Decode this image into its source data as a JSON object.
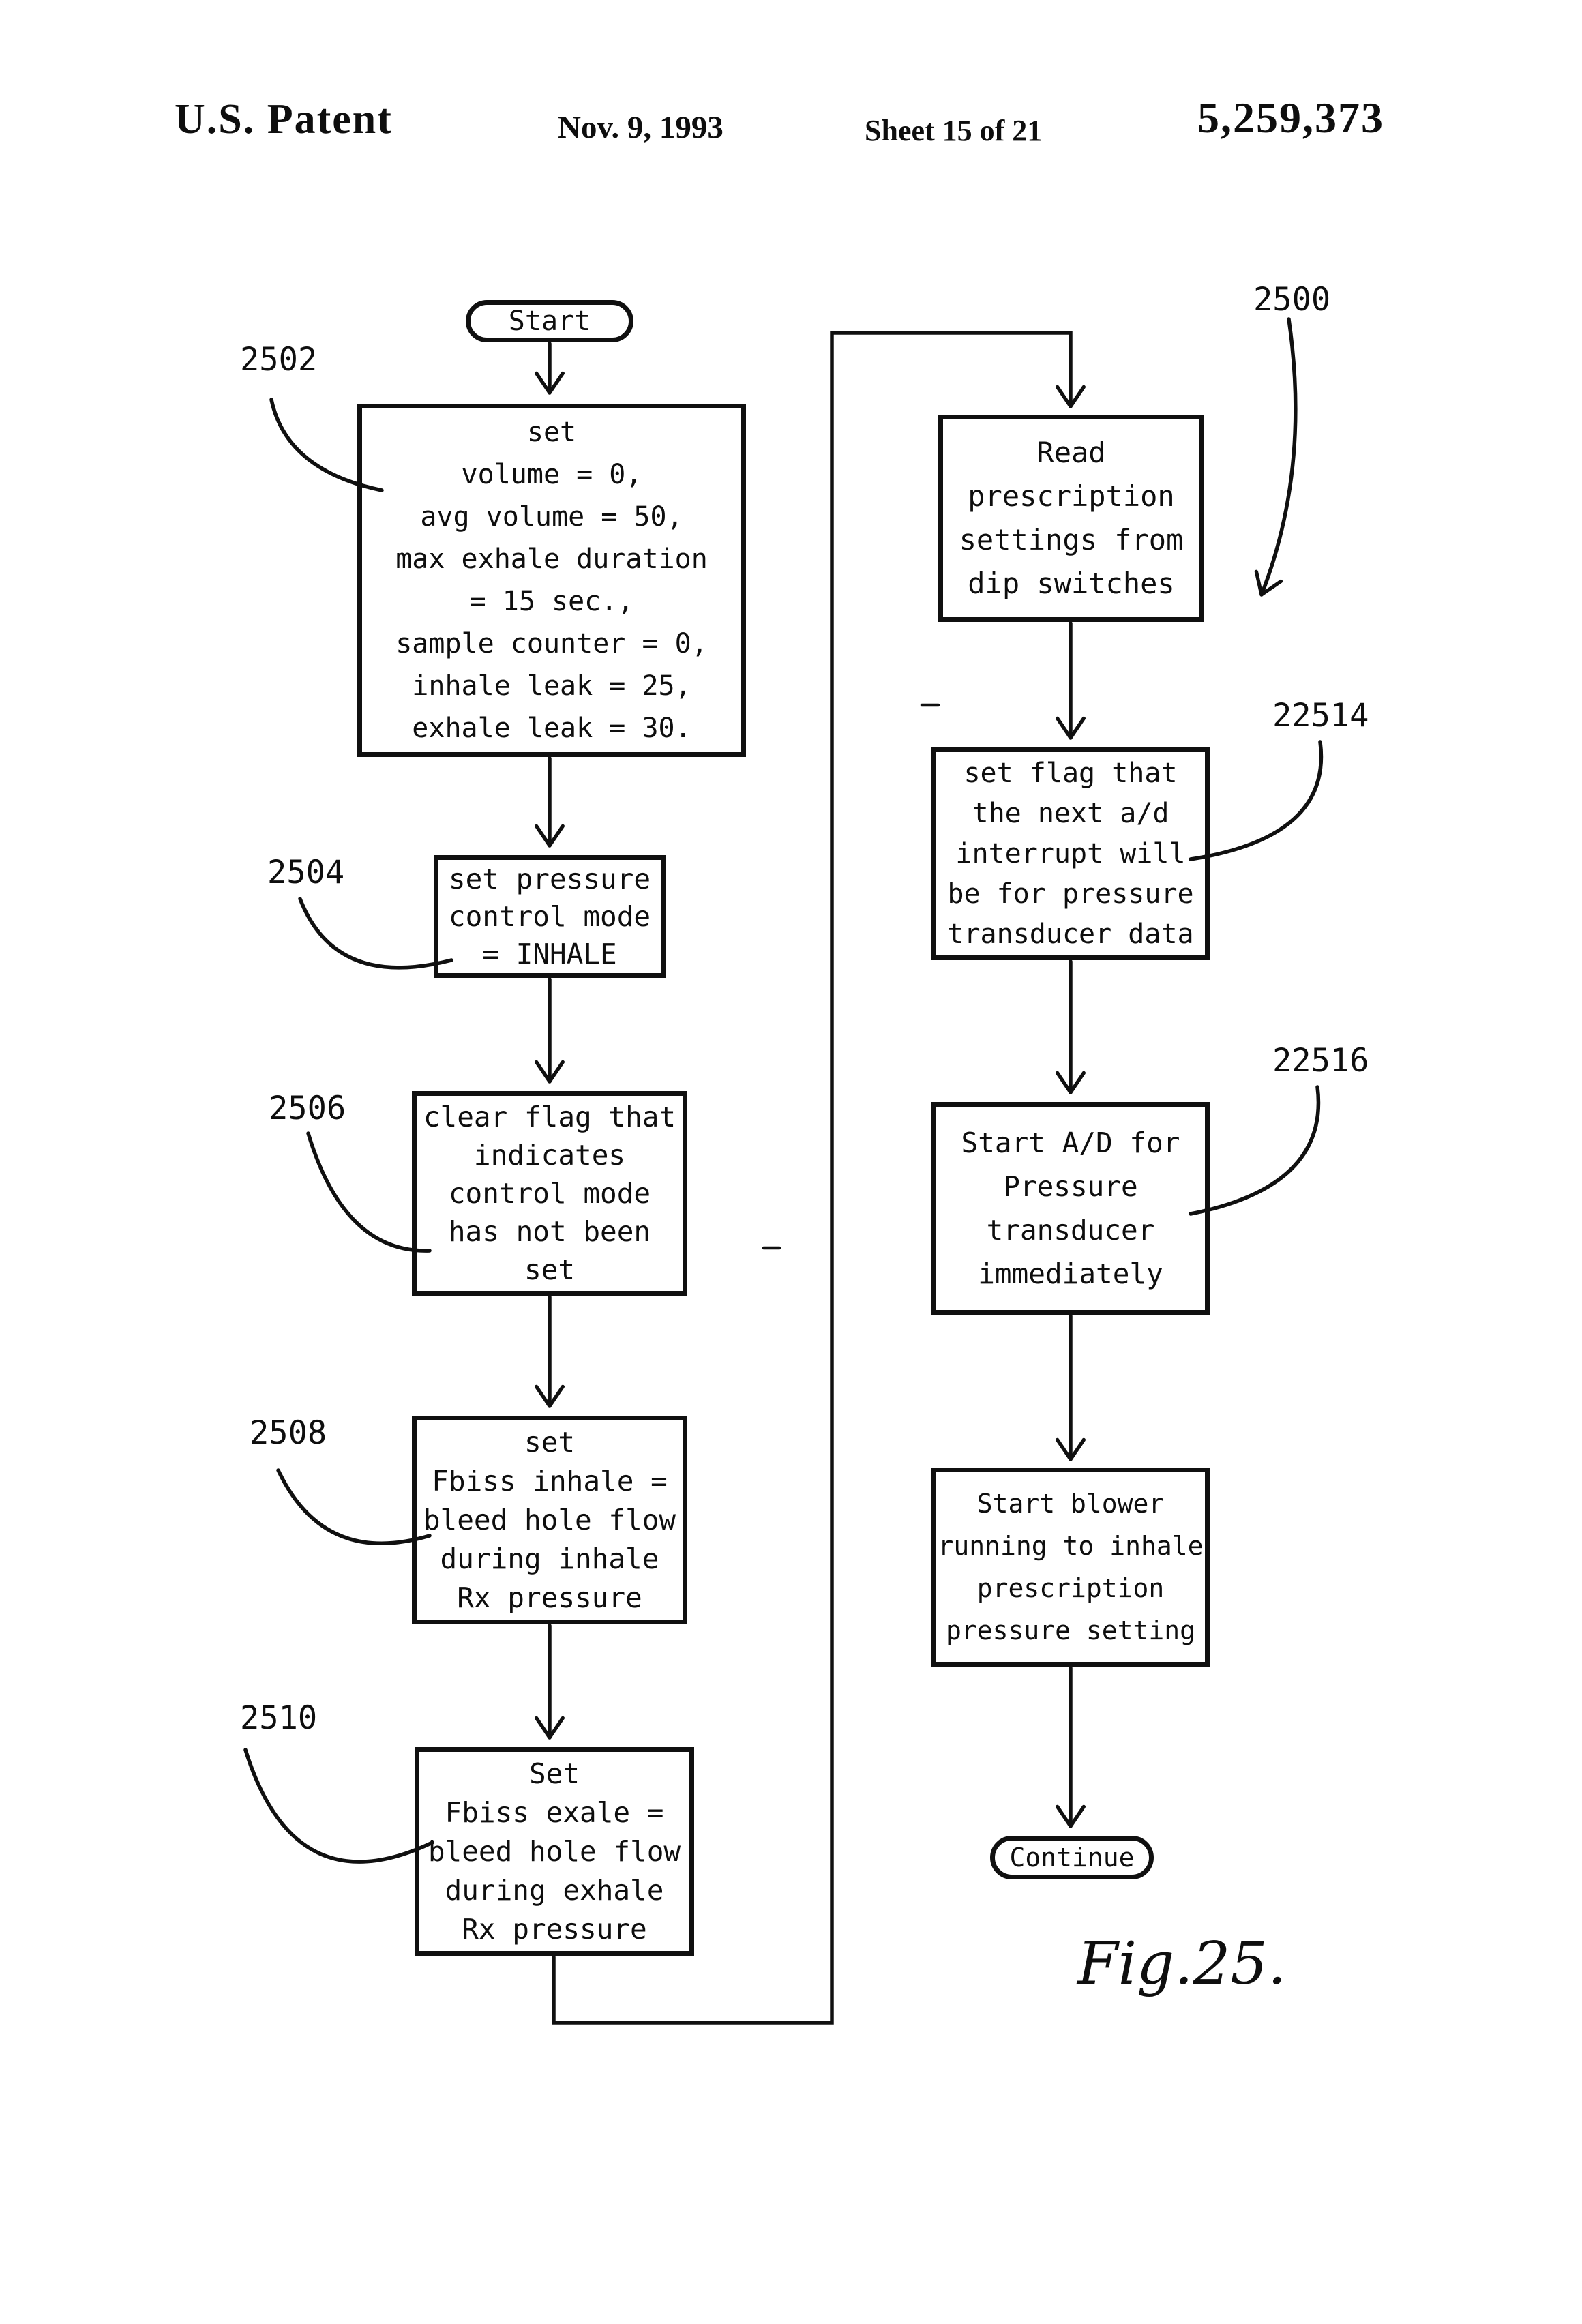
{
  "header": {
    "title": "U.S. Patent",
    "date": "Nov. 9, 1993",
    "sheet": "Sheet 15 of 21",
    "patent_number": "5,259,373"
  },
  "figure": {
    "caption": "Fig.25.",
    "figure_ref": "2500"
  },
  "flowchart": {
    "terminals": {
      "start": "Start",
      "end": "Continue"
    },
    "left": [
      {
        "ref": "2502",
        "lines": [
          "set",
          "volume = 0,",
          "avg volume = 50,",
          "max exhale duration",
          "= 15 sec.,",
          "sample counter = 0,",
          "inhale leak = 25,",
          "exhale leak = 30."
        ]
      },
      {
        "ref": "2504",
        "lines": [
          "set pressure",
          "control mode",
          "= INHALE"
        ]
      },
      {
        "ref": "2506",
        "lines": [
          "clear flag that",
          "indicates",
          "control mode",
          "has not been",
          "set"
        ]
      },
      {
        "ref": "2508",
        "lines": [
          "set",
          "Fbiss inhale =",
          "bleed hole flow",
          "during inhale",
          "Rx pressure"
        ]
      },
      {
        "ref": "2510",
        "lines": [
          "Set",
          "Fbiss exale =",
          "bleed hole flow",
          "during exhale",
          "Rx pressure"
        ]
      }
    ],
    "right": [
      {
        "ref": "",
        "lines": [
          "Read",
          "prescription",
          "settings from",
          "dip switches"
        ]
      },
      {
        "ref": "22514",
        "lines": [
          "set flag that",
          "the next a/d",
          "interrupt will",
          "be for pressure",
          "transducer data"
        ]
      },
      {
        "ref": "22516",
        "lines": [
          "Start A/D for",
          "Pressure",
          "transducer",
          "immediately"
        ]
      },
      {
        "ref": "",
        "lines": [
          "Start blower",
          "running to inhale",
          "prescription",
          "pressure setting"
        ]
      }
    ]
  }
}
